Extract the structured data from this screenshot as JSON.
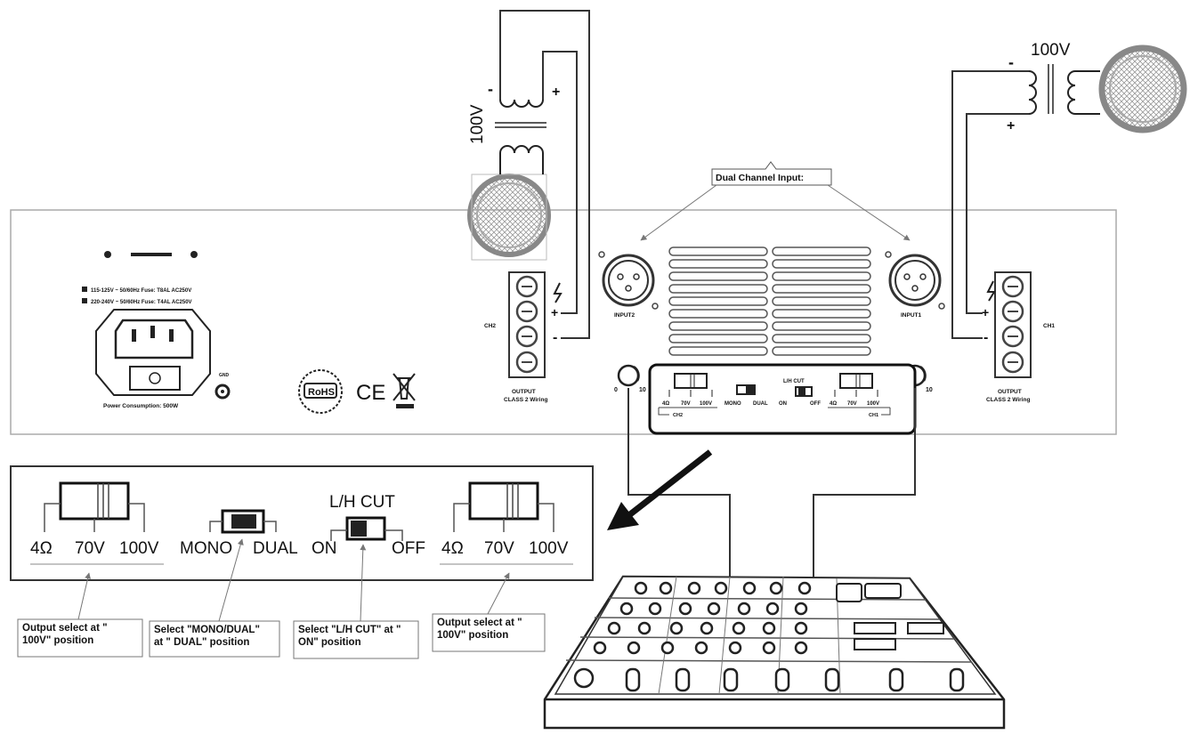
{
  "callout": {
    "dual_channel_input": "Dual Channel Input:"
  },
  "amp": {
    "voltage_line1": "115-125V ~ 50/60Hz Fuse: T8AL AC250V",
    "voltage_line2": "220-240V ~ 50/60Hz Fuse: T4AL AC250V",
    "power_consumption": "Power Consumption: 500W",
    "gnd": "GND",
    "rohs": "RoHS",
    "ce": "CE",
    "ch1": "CH1",
    "ch2": "CH2",
    "input1": "INPUT1",
    "input2": "INPUT2",
    "output_label": "OUTPUT",
    "class2": "CLASS 2 Wiring",
    "knob_min": "0",
    "knob_max": "10"
  },
  "small_panel": {
    "ohm": "4Ω",
    "v70": "70V",
    "v100": "100V",
    "mono": "MONO",
    "dual": "DUAL",
    "lh_cut": "L/H CUT",
    "on": "ON",
    "off": "OFF",
    "ch2": "CH2",
    "ch1": "CH1"
  },
  "speaker": {
    "voltage": "100V",
    "minus": "-",
    "plus": "+"
  },
  "zoom_panel": {
    "left": {
      "ohm": "4Ω",
      "v70": "70V",
      "v100": "100V"
    },
    "mono": "MONO",
    "dual": "DUAL",
    "lh_cut": "L/H CUT",
    "on": "ON",
    "off": "OFF",
    "right": {
      "ohm": "4Ω",
      "v70": "70V",
      "v100": "100V"
    }
  },
  "notes": [
    {
      "line1": "Output select at \"",
      "line2": "100V\" position"
    },
    {
      "line1": "Select \"MONO/DUAL\"",
      "line2": "at \" DUAL\" position"
    },
    {
      "line1": "Select \"L/H CUT\" at \"",
      "line2": "ON\" position"
    },
    {
      "line1": "Output select at \"",
      "line2": "100V\" position"
    }
  ]
}
